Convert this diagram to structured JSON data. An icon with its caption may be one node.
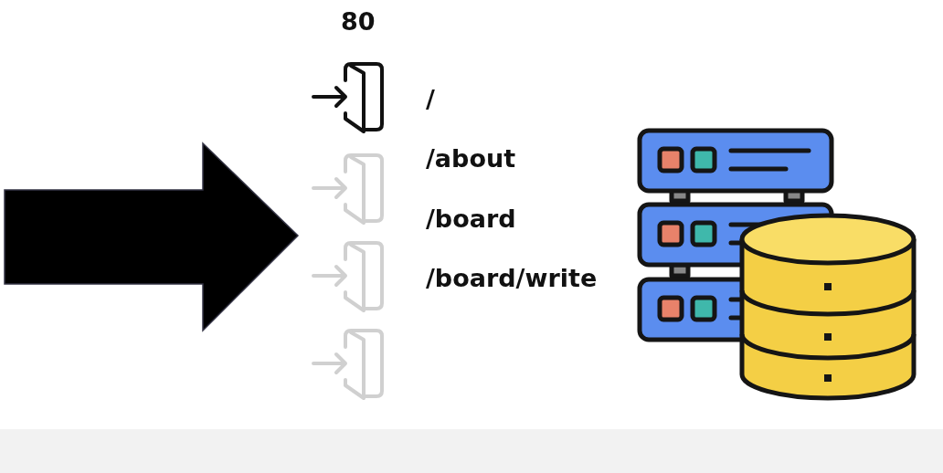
{
  "diagram": {
    "labels": [
      "80",
      "/",
      "/about",
      "/board",
      "/board/write"
    ]
  }
}
